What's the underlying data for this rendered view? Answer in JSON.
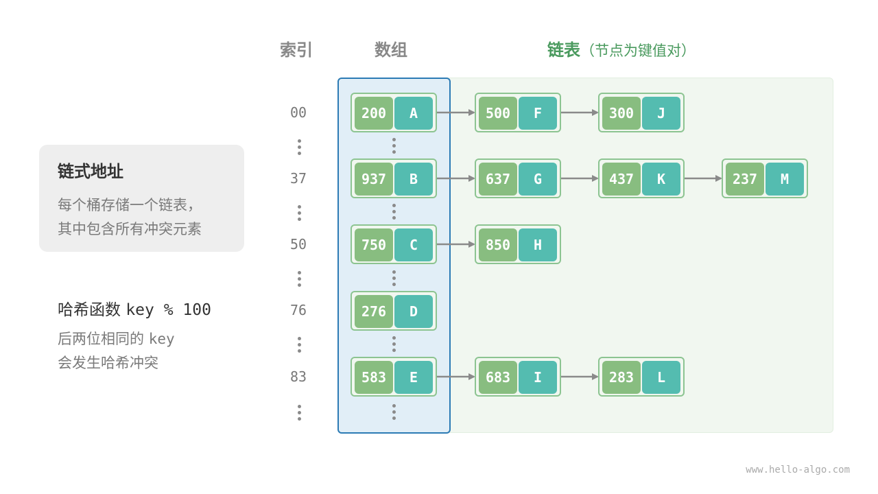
{
  "headers": {
    "index": "索引",
    "array": "数组",
    "linked_list": "链表",
    "linked_list_note": "（节点为键值对）"
  },
  "info": {
    "title": "链式地址",
    "line1": "每个桶存储一个链表，",
    "line2": "其中包含所有冲突元素"
  },
  "hash": {
    "label": "哈希函数",
    "formula": "key % 100",
    "line2_text": "后两位相同的",
    "line2_key": "key",
    "line3": "会发生哈希冲突"
  },
  "buckets": [
    {
      "index": "00",
      "nodes": [
        {
          "key": "200",
          "value": "A"
        },
        {
          "key": "500",
          "value": "F"
        },
        {
          "key": "300",
          "value": "J"
        }
      ]
    },
    {
      "index": "37",
      "nodes": [
        {
          "key": "937",
          "value": "B"
        },
        {
          "key": "637",
          "value": "G"
        },
        {
          "key": "437",
          "value": "K"
        },
        {
          "key": "237",
          "value": "M"
        }
      ]
    },
    {
      "index": "50",
      "nodes": [
        {
          "key": "750",
          "value": "C"
        },
        {
          "key": "850",
          "value": "H"
        }
      ]
    },
    {
      "index": "76",
      "nodes": [
        {
          "key": "276",
          "value": "D"
        }
      ]
    },
    {
      "index": "83",
      "nodes": [
        {
          "key": "583",
          "value": "E"
        },
        {
          "key": "683",
          "value": "I"
        },
        {
          "key": "283",
          "value": "L"
        }
      ]
    }
  ],
  "watermark": "www.hello-algo.com",
  "colors": {
    "key_fill": "#88bd80",
    "value_fill": "#54bcb0",
    "array_panel": "#e1eef7",
    "array_border": "#2b7ab4",
    "list_panel": "#f1f7f0",
    "header_green": "#4a9a5e"
  }
}
